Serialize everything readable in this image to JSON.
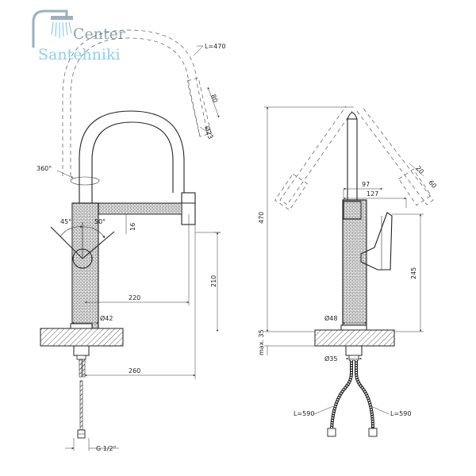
{
  "logo": {
    "line1": "Center",
    "line2": "Santehniki",
    "color_primary": "#8fa3b2",
    "color_accent": "#8fd0e6"
  },
  "colors": {
    "ink": "#222222",
    "hatch": "#333333"
  },
  "front_view": {
    "hose_length": "L=470",
    "head_length": "80",
    "head_diameter": "Ø23",
    "rotation": "360°",
    "lever_angle_left": "45°",
    "lever_angle_right": "50°",
    "gap": "16",
    "reach": "220",
    "spout_height": "210",
    "body_diameter": "Ø42",
    "overall_width": "260",
    "thread": "G 1/2\""
  },
  "side_view": {
    "overall_height": "470",
    "offset_spout": "97",
    "offset_lever": "127",
    "head_length": "60",
    "head_diameter": "20",
    "lever_height": "245",
    "base_diameter": "Ø48",
    "max_deck": "max. 35",
    "hole_diameter": "Ø35",
    "hose_left": "L=590",
    "hose_right": "L=590"
  }
}
